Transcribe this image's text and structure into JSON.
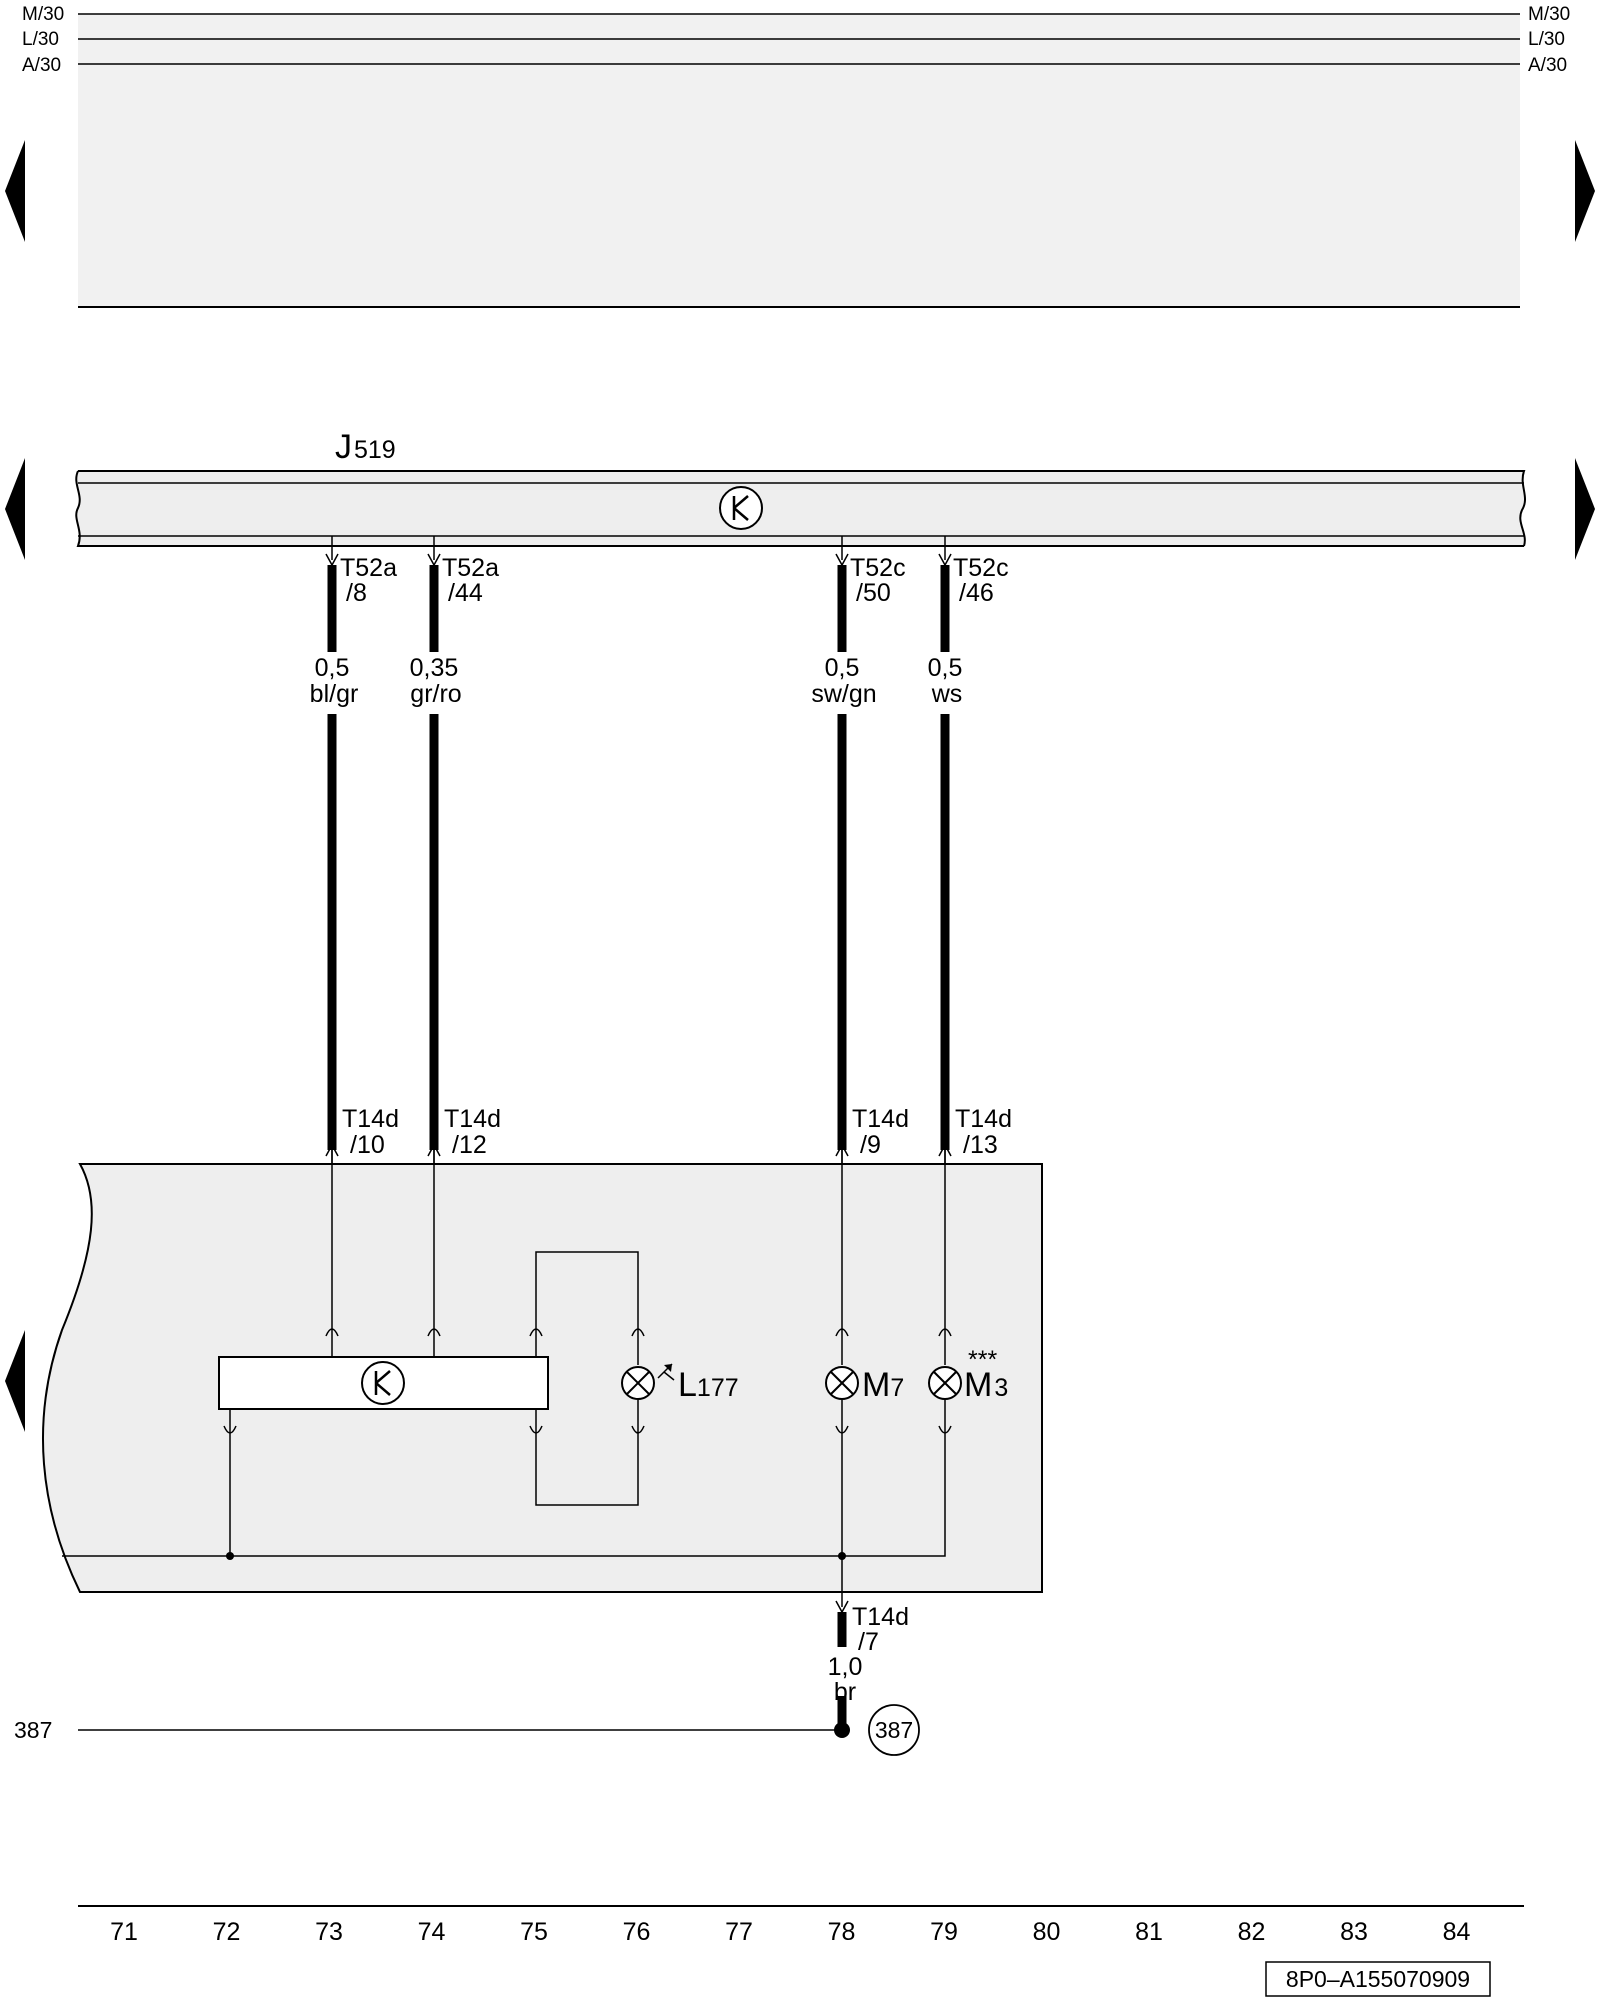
{
  "rails": {
    "left": [
      "M/30",
      "L/30",
      "A/30"
    ],
    "right": [
      "M/30",
      "L/30",
      "A/30"
    ]
  },
  "control_unit": {
    "name": "J",
    "subscript": "519"
  },
  "wires": [
    {
      "pin_top": "T52a",
      "pin_top_num": "/8",
      "gauge": "0,5",
      "color": "bl/gr",
      "pin_bottom": "T14d",
      "pin_bottom_num": "/10"
    },
    {
      "pin_top": "T52a",
      "pin_top_num": "/44",
      "gauge": "0,35",
      "color": "gr/ro",
      "pin_bottom": "T14d",
      "pin_bottom_num": "/12"
    },
    {
      "pin_top": "T52c",
      "pin_top_num": "/50",
      "gauge": "0,5",
      "color": "sw/gn",
      "pin_bottom": "T14d",
      "pin_bottom_num": "/9"
    },
    {
      "pin_top": "T52c",
      "pin_top_num": "/46",
      "gauge": "0,5",
      "color": "ws",
      "pin_bottom": "T14d",
      "pin_bottom_num": "/13"
    }
  ],
  "components": {
    "l177": {
      "name": "L",
      "subscript": "177"
    },
    "m7": {
      "name": "M",
      "subscript": "7"
    },
    "m3": {
      "name": "M",
      "subscript": "3",
      "note": "***"
    }
  },
  "ground_wire": {
    "pin": "T14d",
    "pin_num": "/7",
    "gauge": "1,0",
    "color": "br"
  },
  "ground_ref": {
    "line_label": "387",
    "circle_label": "387"
  },
  "column_numbers": [
    "71",
    "72",
    "73",
    "74",
    "75",
    "76",
    "77",
    "78",
    "79",
    "80",
    "81",
    "82",
    "83",
    "84"
  ],
  "reference_code": "8P0–A155070909"
}
